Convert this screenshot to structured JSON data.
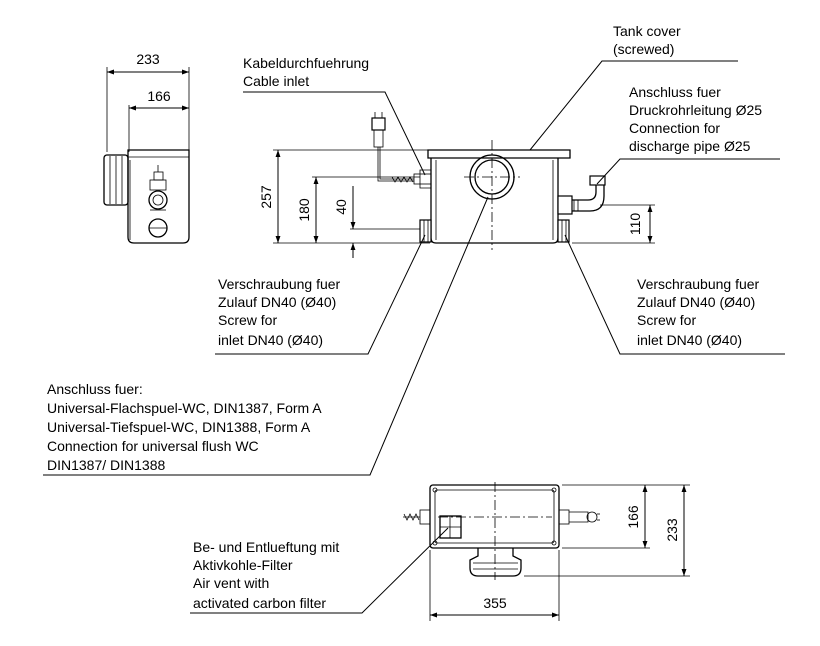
{
  "labels": {
    "tank_cover": [
      "Tank cover",
      "(screwed)"
    ],
    "cable_inlet": [
      "Kabeldurchfuehrung",
      "Cable inlet"
    ],
    "discharge": [
      "Anschluss fuer",
      "Druckrohrleitung Ø25",
      "Connection for",
      "discharge pipe Ø25"
    ],
    "inlet_left": [
      "Verschraubung fuer",
      "Zulauf DN40 (Ø40)",
      "Screw for",
      "inlet DN40 (Ø40)"
    ],
    "inlet_right": [
      "Verschraubung fuer",
      "Zulauf DN40 (Ø40)",
      "Screw for",
      "inlet DN40 (Ø40)"
    ],
    "wc_connection": [
      "Anschluss fuer:",
      "Universal-Flachspuel-WC, DIN1387, Form A",
      "Universal-Tiefspuel-WC, DIN1388, Form A",
      "Connection for universal flush WC",
      "DIN1387/ DIN1388"
    ],
    "air_vent": [
      "Be- und Entlueftung mit",
      "Aktivkohle-Filter",
      "Air vent with",
      "activated carbon filter"
    ]
  },
  "dimensions": {
    "side_width_total": "233",
    "side_width_body": "166",
    "front_height_total": "257",
    "front_height_inlet": "180",
    "front_height_low": "40",
    "front_height_discharge": "110",
    "top_depth_body": "166",
    "top_depth_total": "233",
    "top_length": "355"
  }
}
